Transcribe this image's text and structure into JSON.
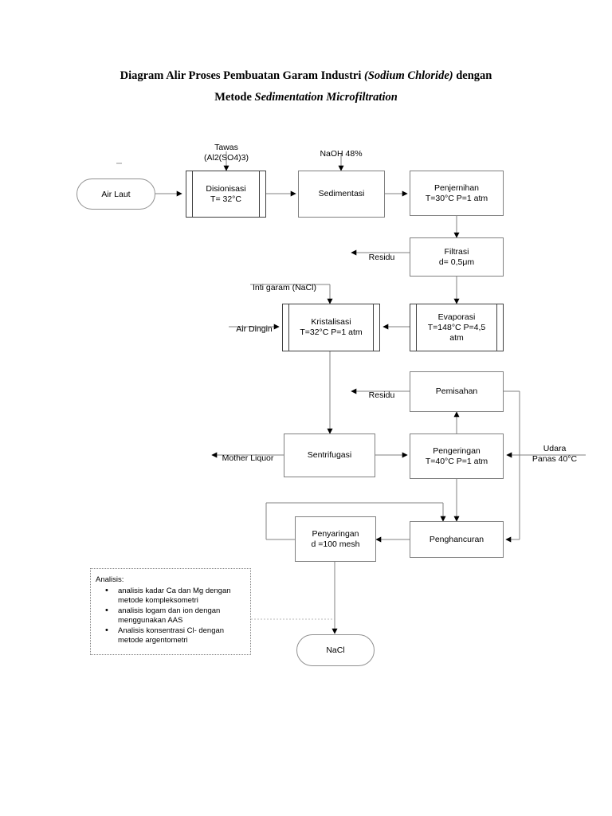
{
  "title": {
    "line1_a": "Diagram Alir Proses Pembuatan Garam Industri ",
    "line1_b": "(Sodium Chloride)",
    "line1_c": " dengan",
    "line2_a": "Metode  ",
    "line2_b": "Sedimentation Microfiltration"
  },
  "nodes": {
    "air_laut": "Air Laut",
    "disionisasi": "Disionisasi\nT= 32°C",
    "sedimentasi": "Sedimentasi",
    "penjernihan": "Penjernihan\nT=30°C P=1 atm",
    "filtrasi": "Filtrasi\nd= 0,5μm",
    "kristalisasi": "Kristalisasi\nT=32°C P=1 atm",
    "evaporasi": "Evaporasi\nT=148°C P=4,5\natm",
    "pemisahan": "Pemisahan",
    "sentrifugasi": "Sentrifugasi",
    "pengeringan": "Pengeringan\nT=40°C P=1 atm",
    "penyaringan": "Penyaringan\nd =100 mesh",
    "penghancuran": "Penghancuran",
    "nacl": "NaCl"
  },
  "stream_labels": {
    "tawas": "Tawas\n(Al2(SO4)3)",
    "naoh": "NaOH 48%",
    "residu_filtrasi": "Residu",
    "inti_garam": "Inti garam (NaCl)",
    "air_dingin": "Air Dingin",
    "residu_pemisahan": "Residu",
    "mother_liquor": "Mother Liquor",
    "udara_panas": "Udara\nPanas 40°C"
  },
  "analisis": {
    "heading": "Analisis:",
    "items": [
      "analisis kadar Ca dan Mg dengan metode kompleksometri",
      "analisis logam dan ion dengan menggunakan AAS",
      "Analisis konsentrasi Cl- dengan metode argentometri"
    ]
  },
  "colors": {
    "line": "#808080",
    "arrow": "#000000",
    "text": "#000000",
    "background": "#ffffff"
  }
}
